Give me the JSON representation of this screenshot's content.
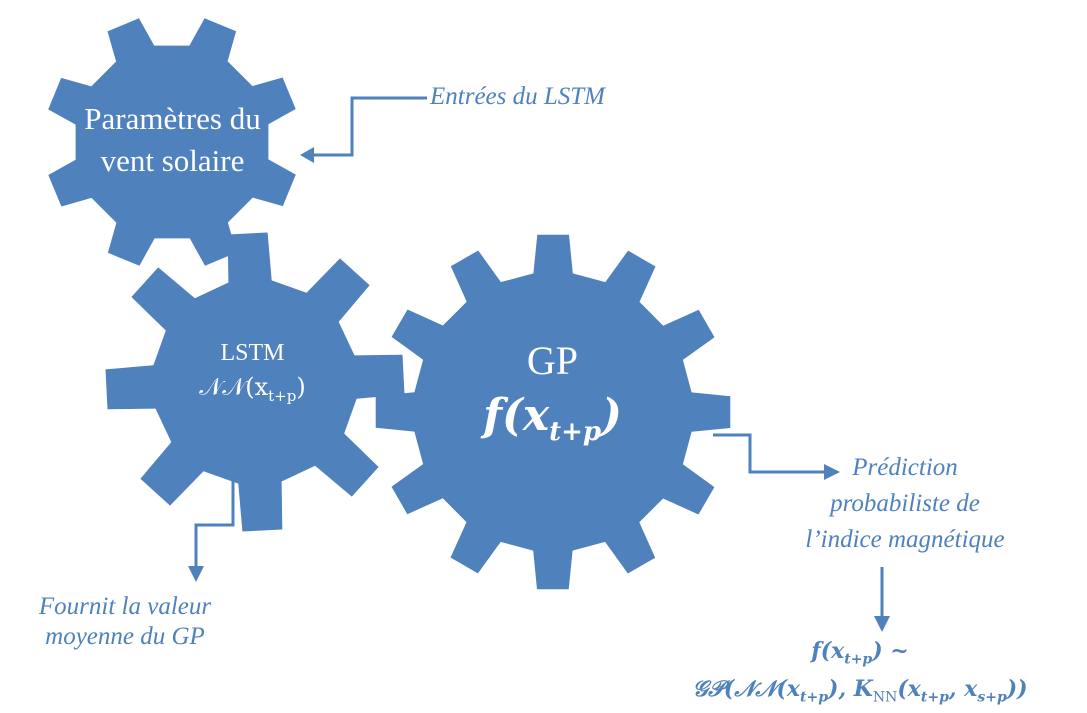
{
  "colors": {
    "gear": "#4f81bd",
    "text": "#4f81bd"
  },
  "gears": {
    "solar": {
      "line1": "Paramètres du",
      "line2": "vent solaire"
    },
    "lstm": {
      "title": "LSTM",
      "formula": "𝒩𝒩(x",
      "sub": "t+p",
      "close": ")"
    },
    "gp": {
      "title": "GP",
      "formula": "f(x",
      "sub": "t+p",
      "close": ")"
    }
  },
  "labels": {
    "inputs": "Entrées du LSTM",
    "mean_line1": "Fournit la valeur",
    "mean_line2": "moyenne du GP",
    "pred_line1": "Prédiction",
    "pred_line2": "probabiliste de",
    "pred_line3": "l’indice magnétique"
  },
  "formula": {
    "line1_main": "f(x",
    "line1_sub": "t+p",
    "line1_tail": ") ~",
    "line2_a": "𝒢𝒫(𝒩𝒩(x",
    "line2_sub1": "t+p",
    "line2_b": "), K",
    "line2_kernel_sub": "NN",
    "line2_c": "(x",
    "line2_sub2": "t+p",
    "line2_d": ", x",
    "line2_sub3": "s+p",
    "line2_e": "))"
  }
}
